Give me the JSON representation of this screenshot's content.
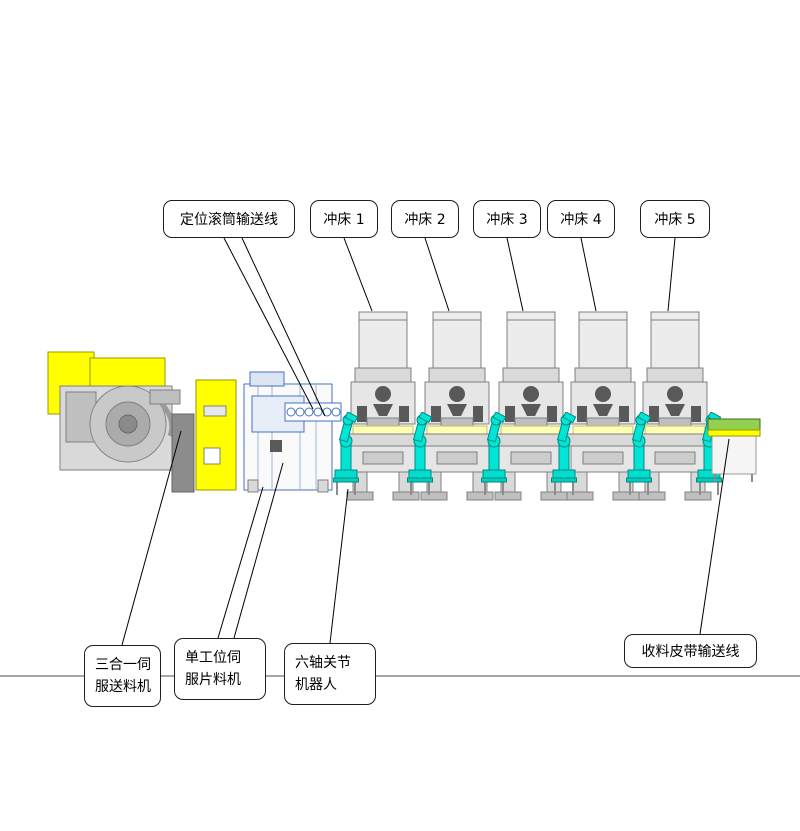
{
  "callouts": {
    "top": [
      {
        "id": "positioning-roller-conveyor",
        "label": "定位滚筒输送线"
      },
      {
        "id": "press-1",
        "label": "冲床 1"
      },
      {
        "id": "press-2",
        "label": "冲床 2"
      },
      {
        "id": "press-3",
        "label": "冲床 3"
      },
      {
        "id": "press-4",
        "label": "冲床 4"
      },
      {
        "id": "press-5",
        "label": "冲床 5"
      }
    ],
    "bottom": [
      {
        "id": "three-in-one-servo-feeder",
        "label": "三合一伺服送料机",
        "line1": "三合一伺",
        "line2": "服送料机"
      },
      {
        "id": "single-station-servo-sheet-feeder",
        "label": "单工位伺服片料机",
        "line1": "单工位伺",
        "line2": "服片料机"
      },
      {
        "id": "six-axis-articulated-robot",
        "label": "六轴关节机器人",
        "line1": "六轴关节",
        "line2": "机器人"
      },
      {
        "id": "collection-belt-conveyor",
        "label": "收料皮带输送线"
      }
    ]
  },
  "colors": {
    "background": "#ffffff",
    "callout_border": "#1f1f1f",
    "machine_gray": "#e8e8e8",
    "machine_dark": "#595959",
    "robot_teal": "#00e5d5",
    "feeder_yellow": "#ffff00",
    "conveyor_green": "#92d050",
    "frame_blue": "#4472c4",
    "baseline_gray": "#4d4d4d"
  }
}
